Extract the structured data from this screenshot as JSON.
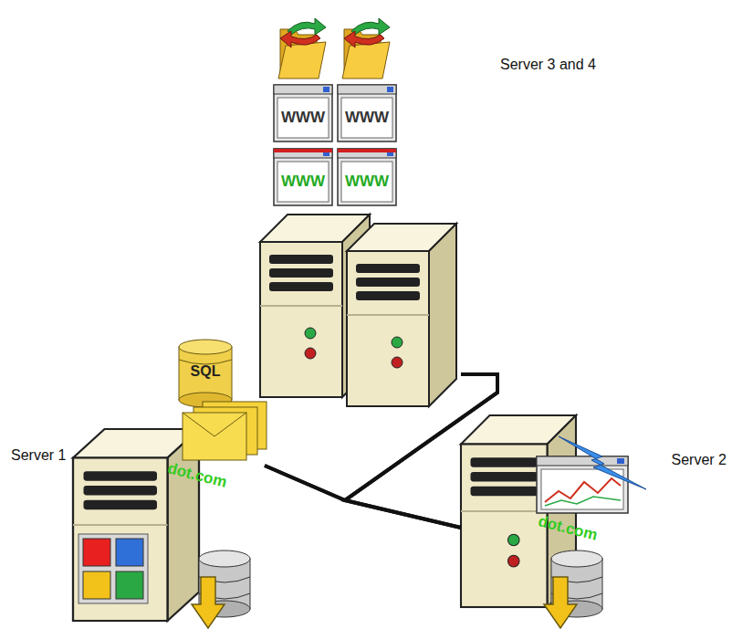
{
  "diagram": {
    "nodes": [
      {
        "text": [
          "Server 3 and 4"
        ]
      },
      {
        "text": [
          "Server 1"
        ]
      },
      {
        "text": [
          "Server 2"
        ]
      }
    ],
    "edges": [
      {
        "from": 0,
        "to": 1,
        "arrow": "none"
      },
      {
        "from": 0,
        "to": 2,
        "arrow": "none"
      },
      {
        "from": 1,
        "to": 2,
        "arrow": "none"
      }
    ],
    "labels": [
      "WWW",
      "WWW",
      "WWW",
      "WWW",
      "SQL",
      "dot.com",
      "dot.com"
    ]
  }
}
